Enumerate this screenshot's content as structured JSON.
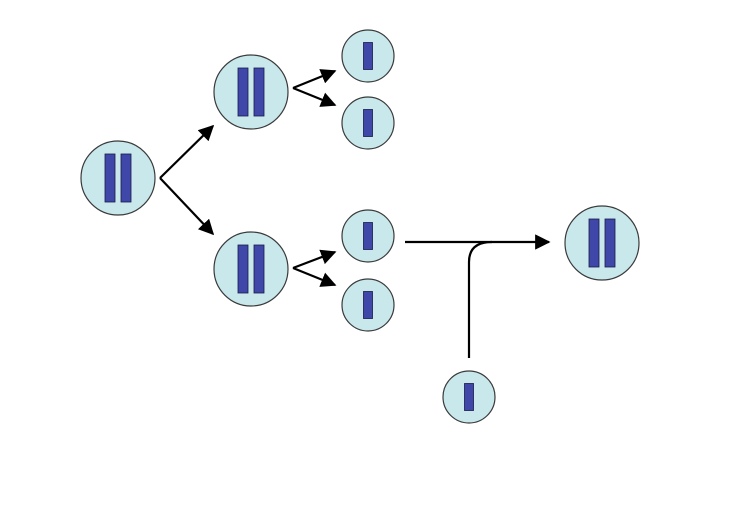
{
  "colors": {
    "background": "#ffffff",
    "cell_fill": "#c8e8ec",
    "cell_stroke": "#3a3a3a",
    "chromosome_fill": "#3f48a8",
    "chromosome_stroke": "#1a1a4a",
    "arrow": "#000000"
  },
  "cells": [
    {
      "id": "parent",
      "chromosomes": 2
    },
    {
      "id": "upper-daughter",
      "chromosomes": 2
    },
    {
      "id": "lower-daughter",
      "chromosomes": 2
    },
    {
      "id": "upper-gamete-1",
      "chromosomes": 1
    },
    {
      "id": "upper-gamete-2",
      "chromosomes": 1
    },
    {
      "id": "lower-gamete-1",
      "chromosomes": 1
    },
    {
      "id": "lower-gamete-2",
      "chromosomes": 1
    },
    {
      "id": "incoming-gamete",
      "chromosomes": 1
    },
    {
      "id": "zygote",
      "chromosomes": 2
    }
  ]
}
